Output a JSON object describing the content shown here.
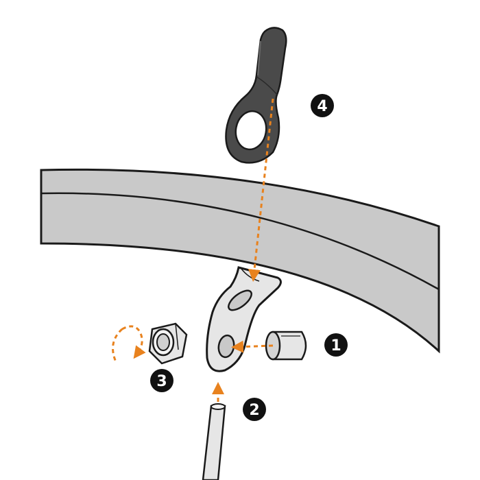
{
  "colors": {
    "background": "#ffffff",
    "fender_fill": "#c9c9c9",
    "outline": "#1a1a1a",
    "metal_fill": "#e6e6e6",
    "dark_part": "#4a4a4a",
    "arrow_accent": "#e8821e",
    "badge_fill": "#111111",
    "badge_text": "#ffffff"
  },
  "steps": [
    {
      "number": "1",
      "part": "cylindrical-bolt"
    },
    {
      "number": "2",
      "part": "fender-stay-rod"
    },
    {
      "number": "3",
      "part": "lock-nut"
    },
    {
      "number": "4",
      "part": "dark-eyelet-mount"
    }
  ]
}
